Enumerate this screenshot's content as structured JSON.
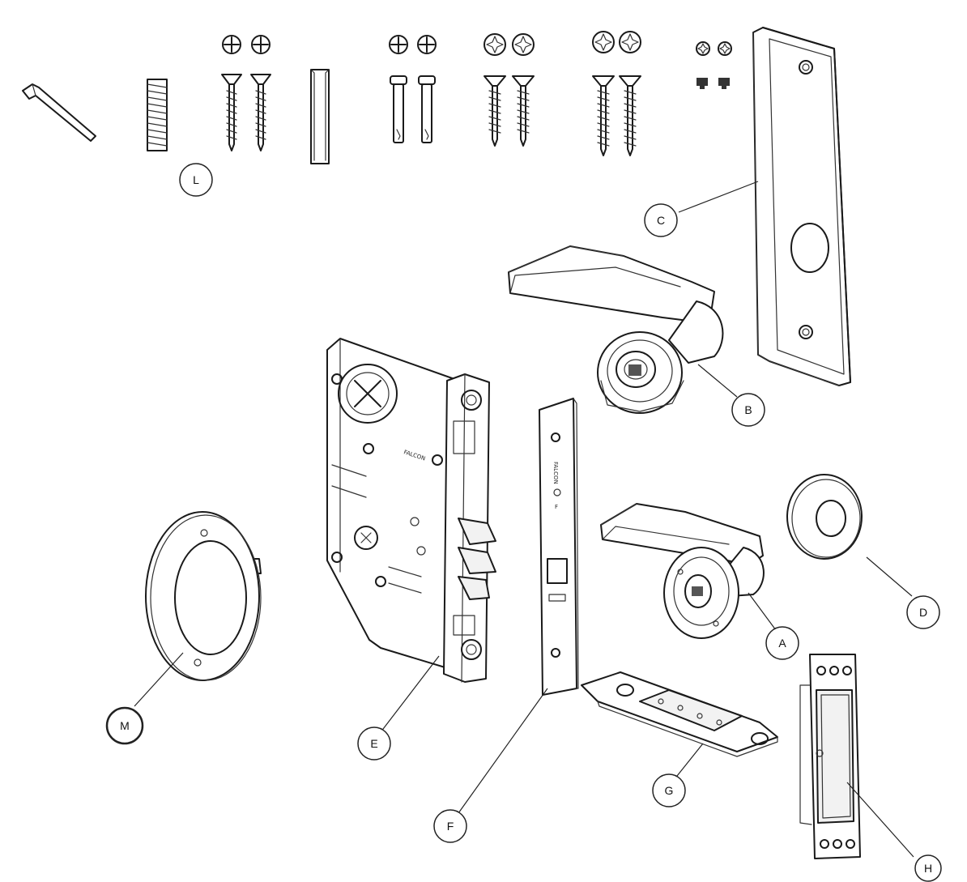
{
  "callouts": {
    "A": "A",
    "B": "B",
    "C": "C",
    "D": "D",
    "E": "E",
    "F": "F",
    "G": "G",
    "H": "H",
    "L": "L",
    "M": "M"
  },
  "engravings": {
    "lockbody_brand": "FALCON",
    "faceplate_brand": "FALCON",
    "faceplate_letter": "F"
  },
  "icons": {
    "phillips_head": "phillips-head-icon",
    "combo_head": "combo-head-icon"
  }
}
